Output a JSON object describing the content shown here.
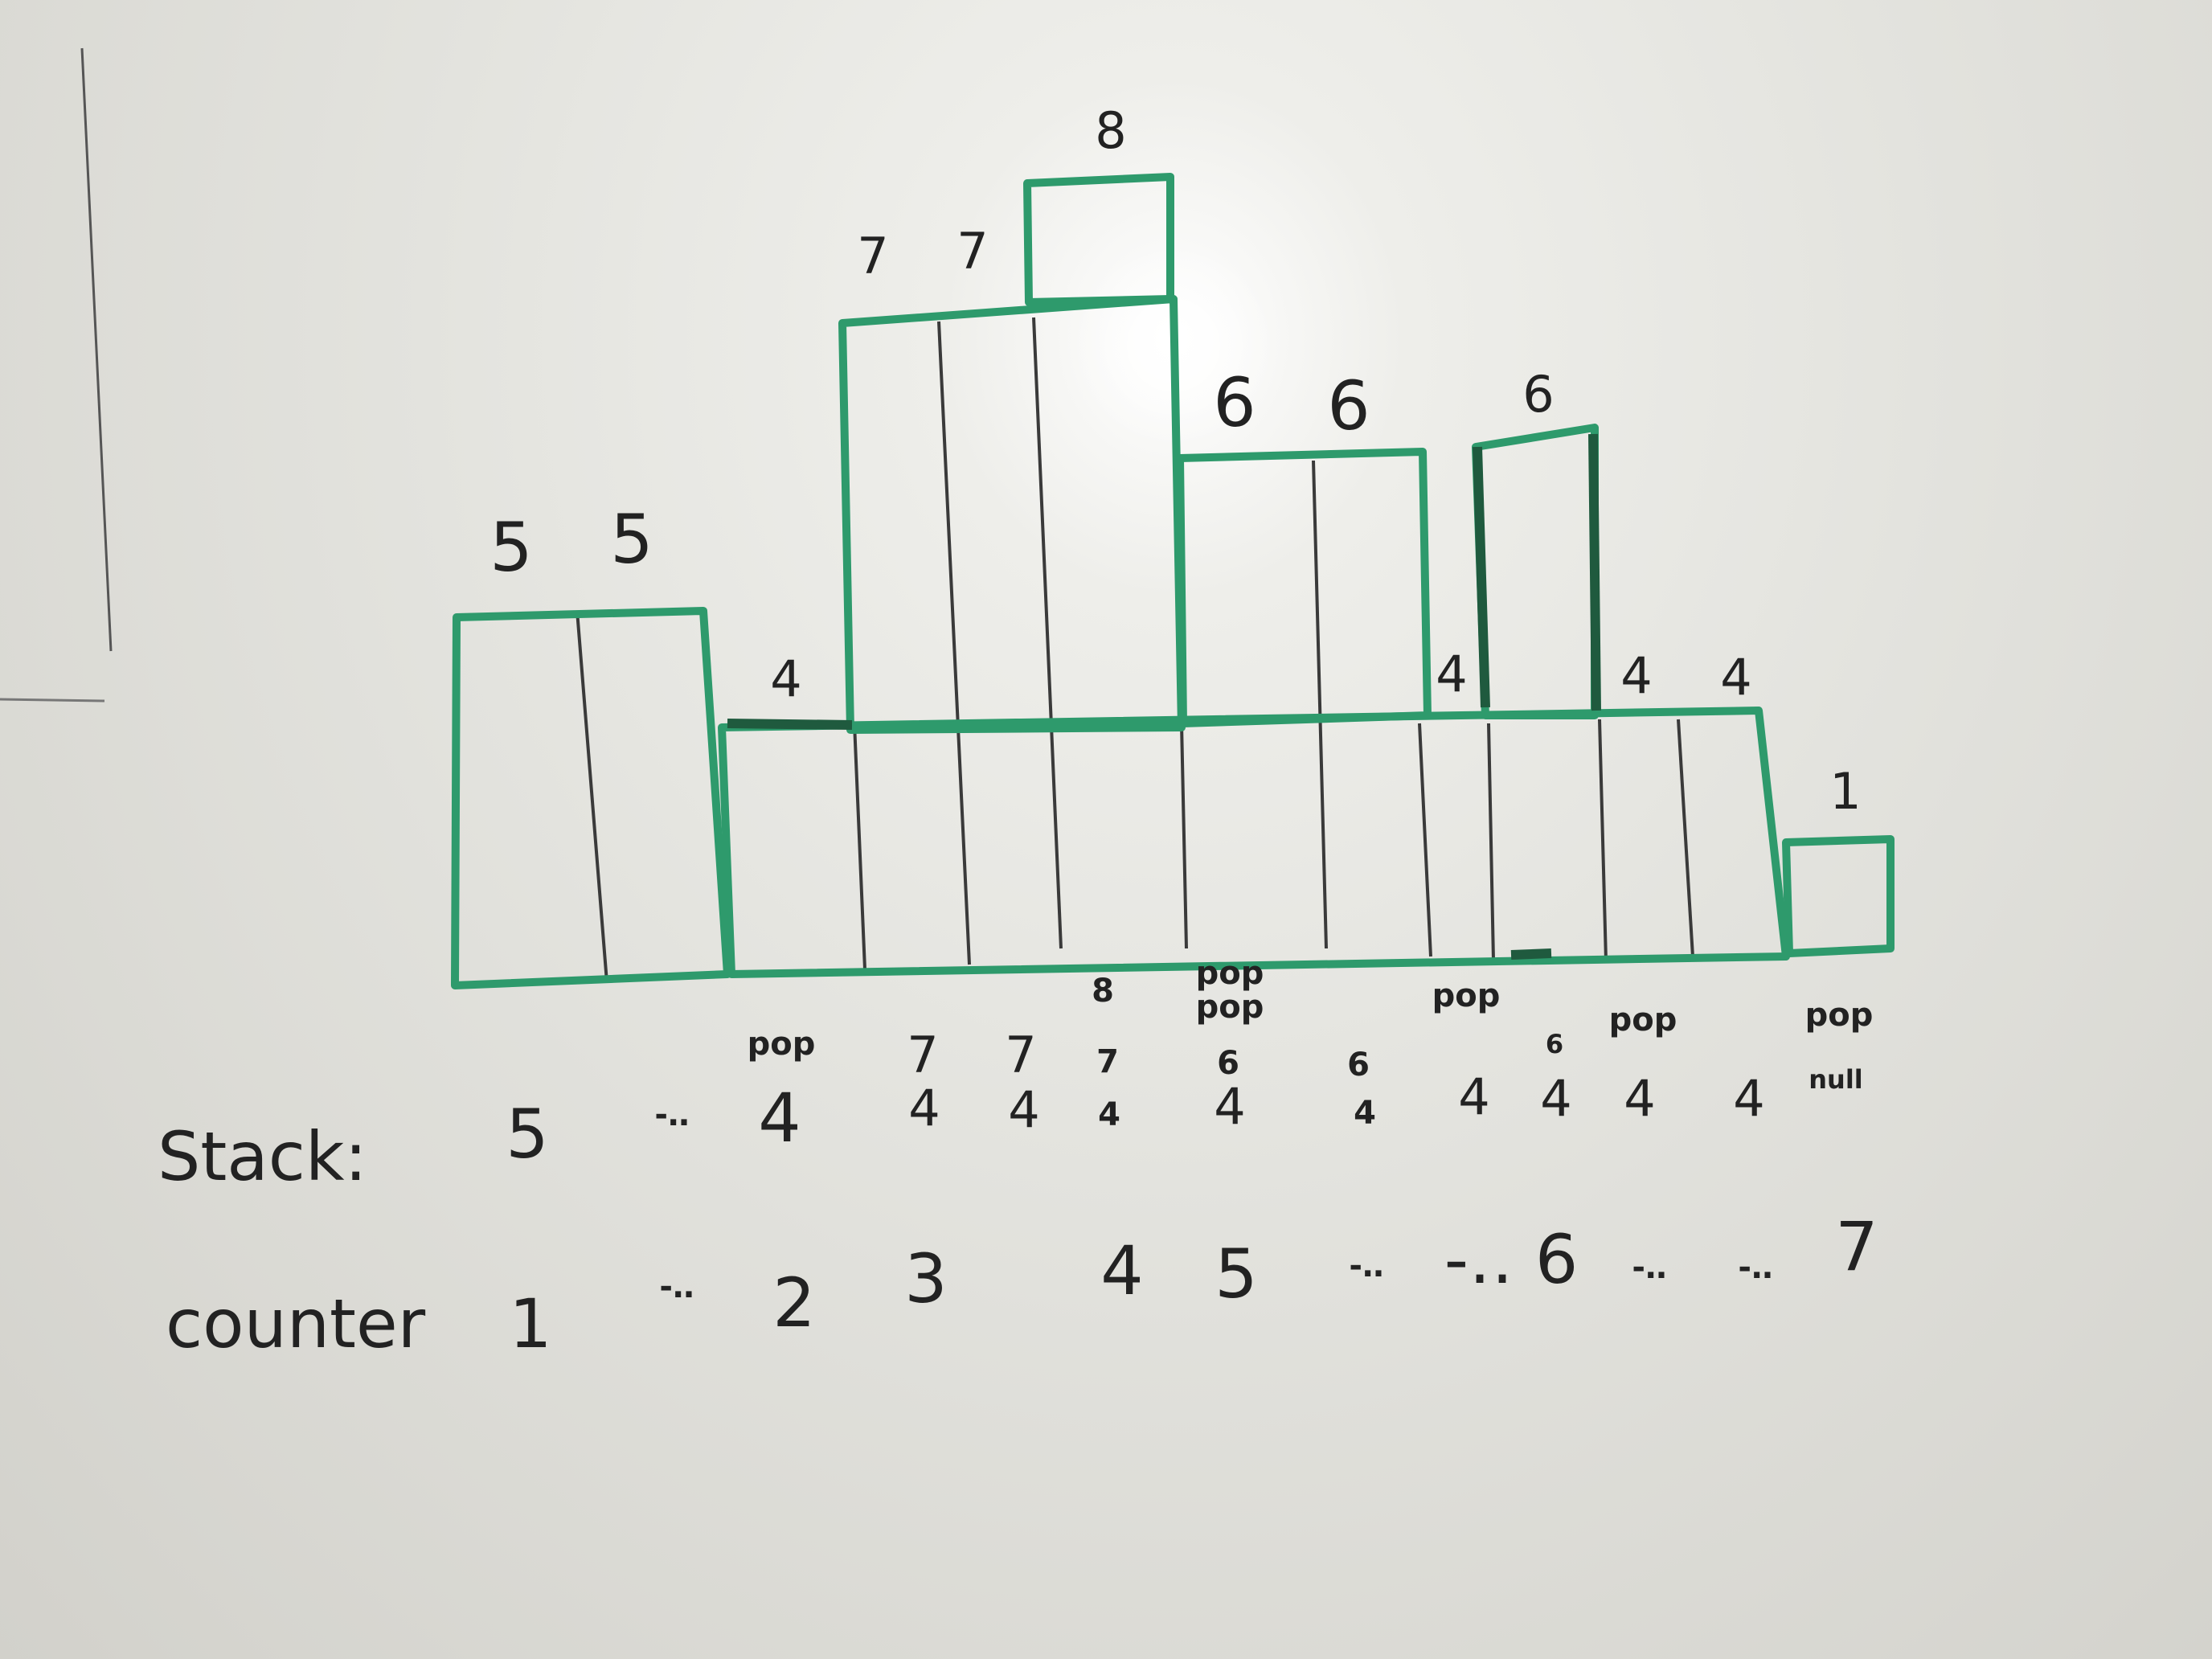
{
  "bar_labels": [
    "5",
    "5",
    "4",
    "7",
    "7",
    "8",
    "6",
    "6",
    "4",
    "6",
    "4",
    "4",
    "1"
  ],
  "pop_labels": [
    "pop",
    "8",
    "pop",
    "pop",
    "pop",
    "pop",
    "pop"
  ],
  "stack_label": "Stack:",
  "stack_cols": [
    {
      "top": "",
      "bottom": "5"
    },
    {
      "top": "",
      "bottom": "-‥"
    },
    {
      "top": "",
      "bottom": "4"
    },
    {
      "top": "7",
      "bottom": "4"
    },
    {
      "top": "7",
      "bottom": "4"
    },
    {
      "top": "7",
      "bottom": "4"
    },
    {
      "top": "6",
      "bottom": "4"
    },
    {
      "top": "6",
      "bottom": "4"
    },
    {
      "top": "",
      "bottom": "4"
    },
    {
      "top": "6",
      "bottom": "4"
    },
    {
      "top": "",
      "bottom": "4"
    },
    {
      "top": "",
      "bottom": "4"
    },
    {
      "top": "",
      "bottom": "null"
    }
  ],
  "counter_label": "counter",
  "counter_values": [
    "1",
    "-‥",
    "2",
    "3",
    "4",
    "5",
    "-‥",
    "-‥ 6",
    "-‥",
    "-‥",
    "7"
  ],
  "colors": {
    "marker_green": "#2e9a6c",
    "marker_dark": "#2a2a2a",
    "board": "#e6e6e1"
  }
}
